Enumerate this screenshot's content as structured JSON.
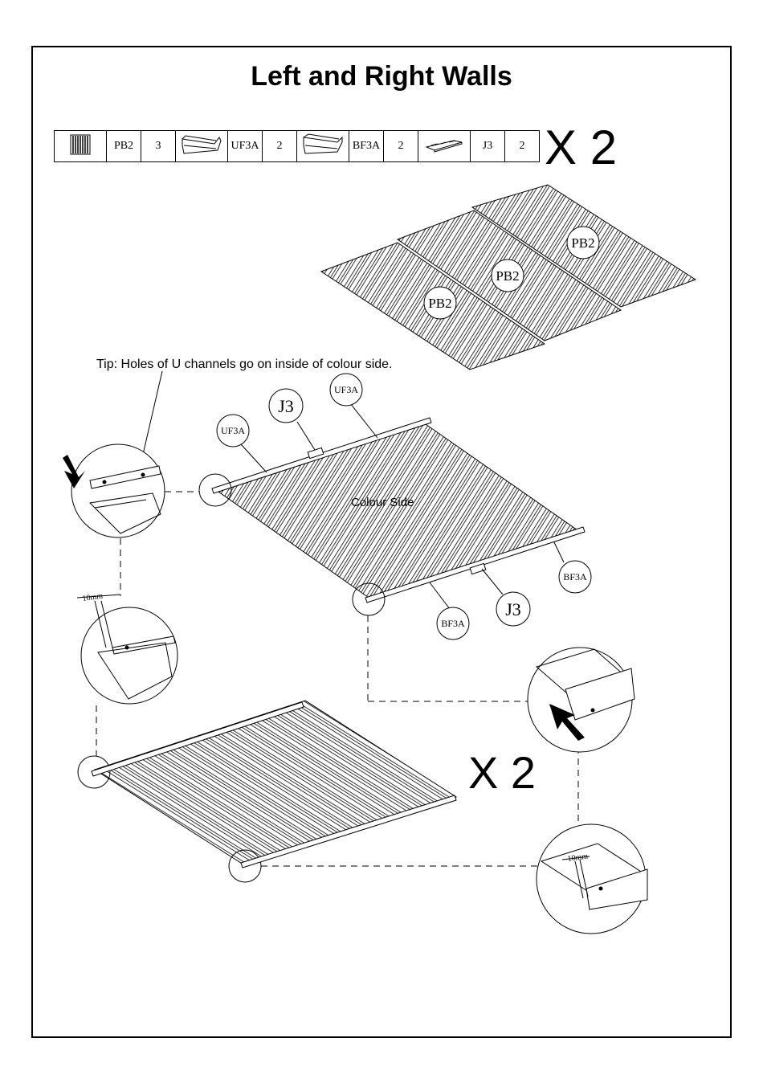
{
  "title": "Left and Right Walls",
  "parts": [
    {
      "code": "PB2",
      "qty": "3",
      "icon": "corrugated-panel-icon"
    },
    {
      "code": "UF3A",
      "qty": "2",
      "icon": "upper-channel-icon"
    },
    {
      "code": "BF3A",
      "qty": "2",
      "icon": "bottom-channel-icon"
    },
    {
      "code": "J3",
      "qty": "2",
      "icon": "joiner-icon"
    }
  ],
  "multiplier_top": "X 2",
  "multiplier_bottom": "X 2",
  "tip": "Tip:  Holes of U channels go on inside of colour side.",
  "colour_side": "Colour Side",
  "callouts": {
    "pb2": "PB2",
    "uf3a": "UF3A",
    "j3": "J3",
    "bf3a": "BF3A"
  },
  "dimension": "10mm"
}
